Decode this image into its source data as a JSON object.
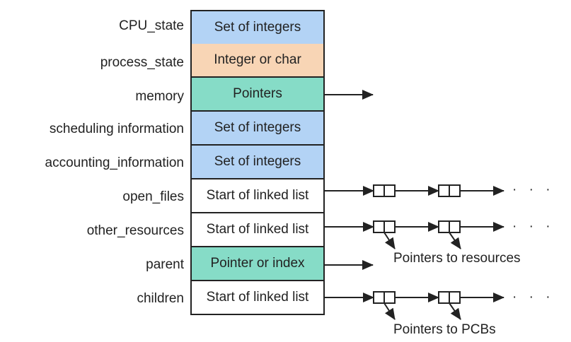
{
  "colors": {
    "blue": "#b3d3f5",
    "orange": "#f8d5b5",
    "green": "#86dcc7",
    "white": "#ffffff",
    "line": "#222222"
  },
  "rows": [
    {
      "label": "CPU_state",
      "value": "Set of integers",
      "fill": "blue",
      "link": "none"
    },
    {
      "label": "process_state",
      "value": "Integer or char",
      "fill": "orange",
      "link": "none"
    },
    {
      "label": "memory",
      "value": "Pointers",
      "fill": "green",
      "link": "arrow"
    },
    {
      "label": "scheduling information",
      "value": "Set of integers",
      "fill": "blue",
      "link": "none"
    },
    {
      "label": "accounting_information",
      "value": "Set of integers",
      "fill": "blue",
      "link": "none"
    },
    {
      "label": "open_files",
      "value": "Start of linked list",
      "fill": "white",
      "link": "list"
    },
    {
      "label": "other_resources",
      "value": "Start of linked list",
      "fill": "white",
      "link": "list-pointers"
    },
    {
      "label": "parent",
      "value": "Pointer or index",
      "fill": "green",
      "link": "arrow"
    },
    {
      "label": "children",
      "value": "Start of linked list",
      "fill": "white",
      "link": "list-pointers"
    }
  ],
  "notes": {
    "resources": "Pointers to resources",
    "pcbs": "Pointers to PCBs"
  },
  "ellipsis": "· · ·"
}
